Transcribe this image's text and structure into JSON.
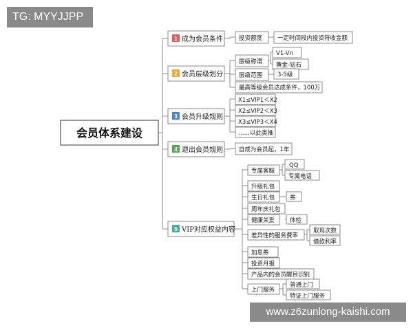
{
  "header_badge": "TG: MYYJJPP",
  "watermark": "www.z6zunlong-kaishi.com",
  "colors": {
    "red": "#e0625a",
    "orange": "#f0a834",
    "blue": "#4f86c6",
    "green": "#5aa55a",
    "teal": "#4ea8a6"
  },
  "root": {
    "label": "会员体系建设"
  },
  "branches": [
    {
      "num": "1",
      "label": "成为会员条件",
      "color": "red",
      "children": [
        {
          "label": "投资额度",
          "children": [
            {
              "label": "一定时间段内投资符收金额"
            }
          ]
        }
      ]
    },
    {
      "num": "2",
      "label": "会员层级划分",
      "color": "orange",
      "children": [
        {
          "label": "层级称谓",
          "children": [
            {
              "label": "V1-Vn"
            },
            {
              "label": "黄金-钻石"
            }
          ]
        },
        {
          "label": "层级范围",
          "children": [
            {
              "label": "3-5级"
            }
          ]
        },
        {
          "label": "最高等级会员达成条件，100万"
        }
      ]
    },
    {
      "num": "3",
      "label": "会员升级规则",
      "color": "blue",
      "children": [
        {
          "label": "X1≤VIP1＜X2"
        },
        {
          "label": "X2≤VIP2＜X3"
        },
        {
          "label": "X3≤VIP3＜X4"
        },
        {
          "label": "……以此类推"
        }
      ]
    },
    {
      "num": "4",
      "label": "退出会员规则",
      "color": "green",
      "children": [
        {
          "label": "自成为会员起，1年"
        }
      ]
    },
    {
      "num": "5",
      "label": "VIP对应权益内容",
      "color": "teal",
      "children": [
        {
          "label": "专属客服",
          "children": [
            {
              "label": "QQ"
            },
            {
              "label": "专属电话"
            }
          ]
        },
        {
          "label": "升级礼包"
        },
        {
          "label": "生日礼包",
          "children": [
            {
              "label": "券"
            }
          ]
        },
        {
          "label": "周年庆礼包"
        },
        {
          "label": "健康关爱",
          "children": [
            {
              "label": "体检"
            }
          ]
        },
        {
          "label": "差异性的服务费率",
          "children": [
            {
              "label": "取现次数"
            },
            {
              "label": "借款利率"
            }
          ]
        },
        {
          "label": "加息券"
        },
        {
          "label": "投资月报"
        },
        {
          "label": "产品内的会员醒目识别"
        },
        {
          "label": "上门服务",
          "children": [
            {
              "label": "普通上门"
            },
            {
              "label": "特证上门服务"
            }
          ]
        }
      ]
    }
  ]
}
